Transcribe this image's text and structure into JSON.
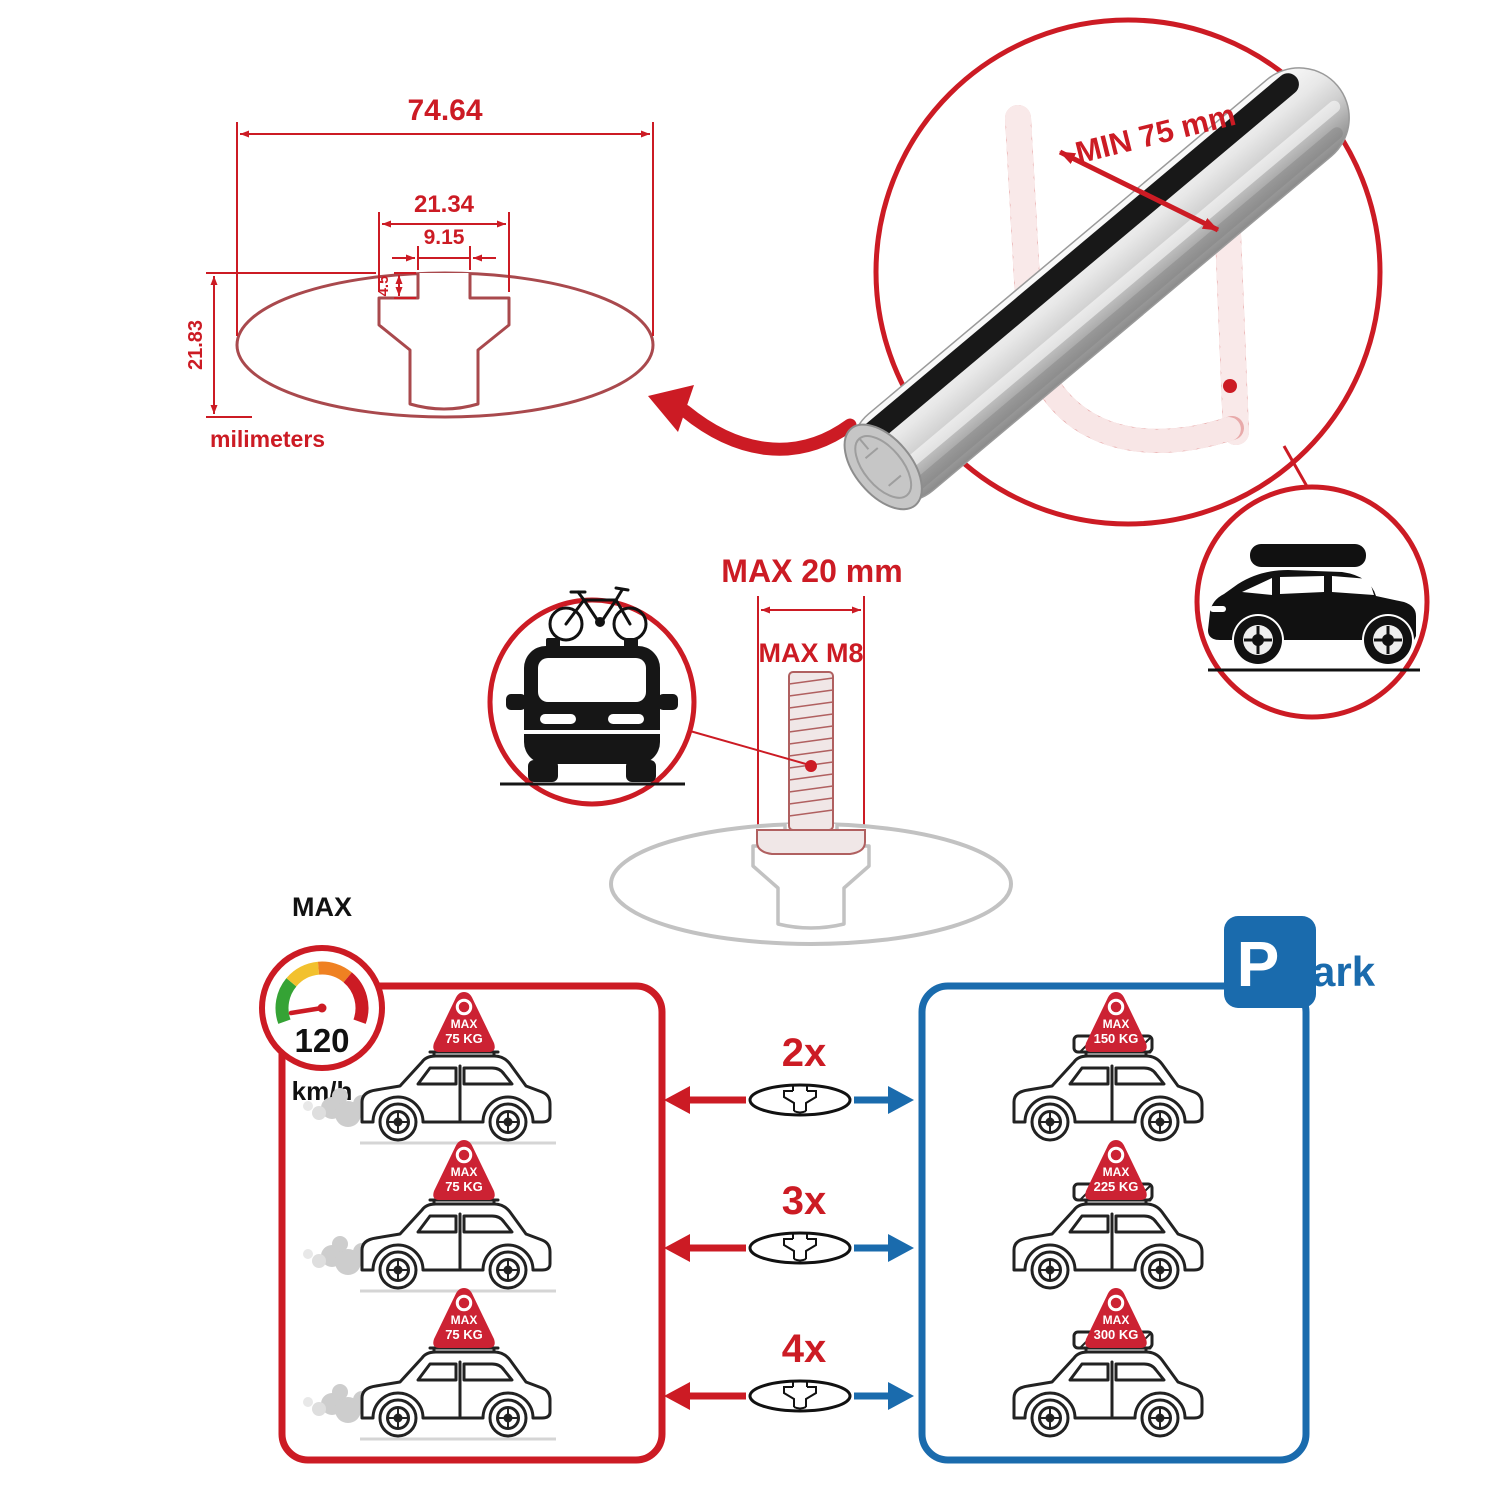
{
  "dimension_drawing": {
    "total_width": "74.64",
    "channel_width": "21.34",
    "slot_opening": "9.15",
    "lip_depth": "4.5",
    "profile_height": "21.83",
    "units_label": "milimeters"
  },
  "crossbar_callout": {
    "min_span_label": "MIN 75 mm"
  },
  "bolt_callout": {
    "max_width_label": "MAX 20 mm",
    "max_thread_label": "MAX M8"
  },
  "speed_limit": {
    "heading": "MAX",
    "value": "120",
    "units": "km/h"
  },
  "park_sign": {
    "letter": "P",
    "suffix": "ark"
  },
  "load_comparison": {
    "rows": [
      {
        "multiplier": "2x",
        "drive_flag": {
          "line1": "MAX",
          "line2": "75 KG"
        },
        "park_flag": {
          "line1": "MAX",
          "line2": "150 KG"
        }
      },
      {
        "multiplier": "3x",
        "drive_flag": {
          "line1": "MAX",
          "line2": "75 KG"
        },
        "park_flag": {
          "line1": "MAX",
          "line2": "225 KG"
        }
      },
      {
        "multiplier": "4x",
        "drive_flag": {
          "line1": "MAX",
          "line2": "75 KG"
        },
        "park_flag": {
          "line1": "MAX",
          "line2": "300 KG"
        }
      }
    ]
  },
  "colors": {
    "accent_red": "#cc1b24",
    "drawing_red": "#a9494d",
    "accent_blue": "#1a6bad",
    "light_gray": "#c2c2c2",
    "gauge_green": "#35a335",
    "gauge_yellow": "#f2c12e",
    "gauge_orange": "#ef8122"
  }
}
